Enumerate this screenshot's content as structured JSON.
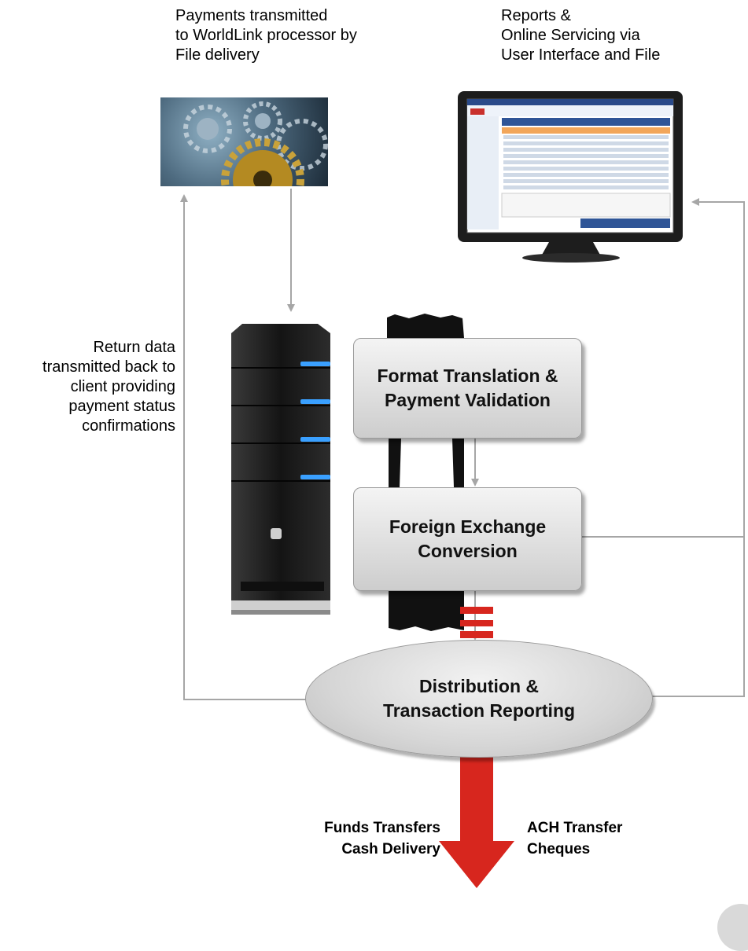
{
  "top_left_label": [
    "Payments transmitted",
    "to WorldLink processor by",
    "File delivery"
  ],
  "top_right_label": [
    "Reports &",
    "Online Servicing via",
    "User Interface and File"
  ],
  "left_label": [
    "Return data",
    "transmitted back to",
    "client providing",
    "payment status",
    "confirmations"
  ],
  "process_boxes": {
    "format_translation": [
      "Format Translation &",
      "Payment Validation"
    ],
    "fx_conversion": [
      "Foreign Exchange",
      "Conversion"
    ]
  },
  "distribution": [
    "Distribution &",
    "Transaction Reporting"
  ],
  "outputs_left": [
    "Funds Transfers",
    "Cash Delivery"
  ],
  "outputs_right": [
    "ACH Transfer",
    "Cheques"
  ],
  "colors": {
    "connector": "#a6a6a6",
    "output_arrow": "#d7261e"
  },
  "icons": {
    "gears_image": "gears-image",
    "server_image": "server-tower-image",
    "monitor_image": "monitor-screenshot-image"
  }
}
